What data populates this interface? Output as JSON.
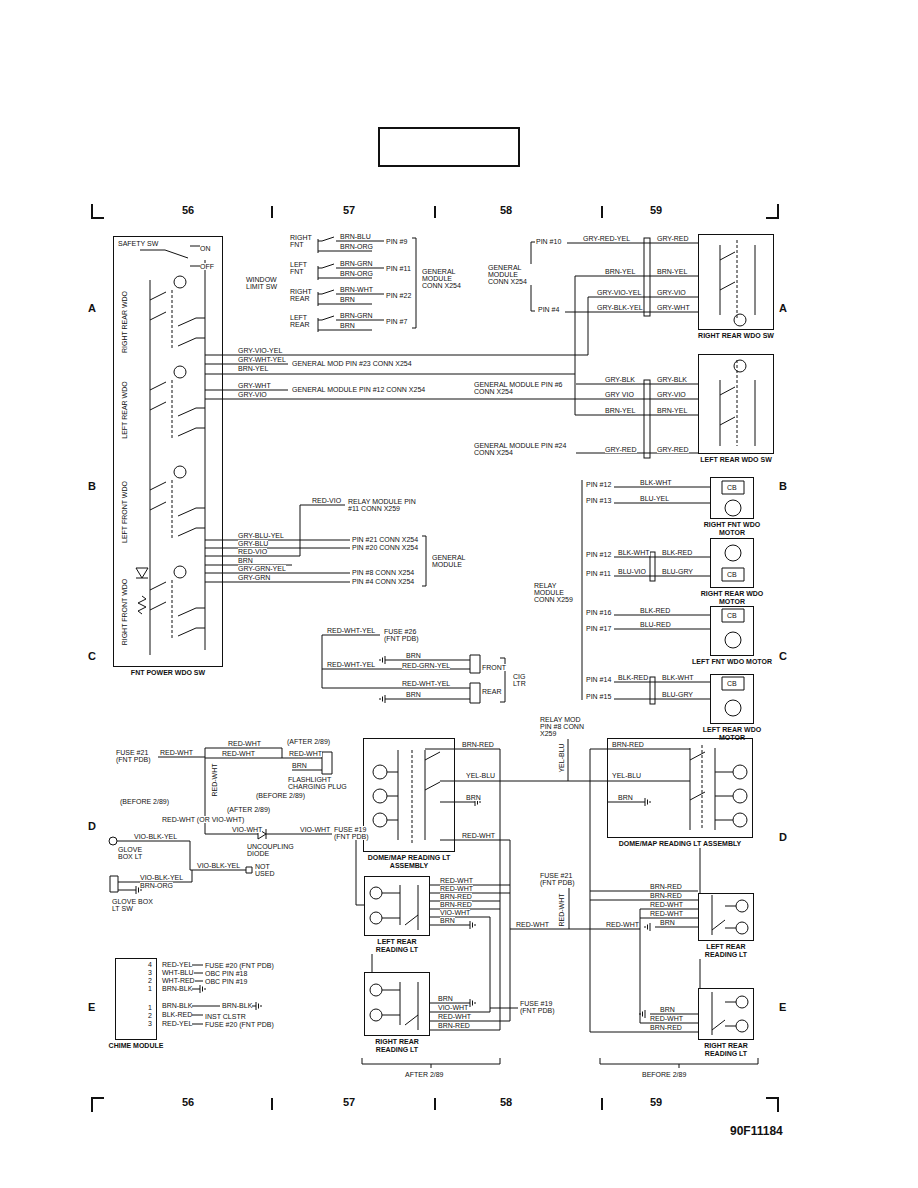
{
  "diagram": {
    "nodes": [
      {
        "text": [
          "FNT POWER WDO SW"
        ]
      },
      {
        "text": [
          "RIGHT REAR WDO SW"
        ]
      },
      {
        "text": [
          "LEFT REAR WDO SW"
        ]
      },
      {
        "text": [
          "RIGHT FNT WDO MOTOR"
        ]
      },
      {
        "text": [
          "RIGHT REAR WDO MOTOR"
        ]
      },
      {
        "text": [
          "LEFT FNT WDO MOTOR"
        ]
      },
      {
        "text": [
          "LEFT REAR WDO MOTOR"
        ]
      },
      {
        "text": [
          "CHIME MODULE"
        ]
      },
      {
        "text": [
          "DOME/MAP READING LT ASSEMBLY"
        ]
      },
      {
        "text": [
          "LEFT REAR READING LT"
        ]
      },
      {
        "text": [
          "RIGHT REAR READING LT"
        ]
      },
      {
        "text": [
          "DOME/MAP READING LT ASSEMBLY"
        ]
      },
      {
        "text": [
          "LEFT REAR READING LT"
        ]
      },
      {
        "text": [
          "RIGHT REAR READING LT"
        ]
      }
    ],
    "edges": [
      {
        "from": 0,
        "to": 1,
        "arrow": "none"
      },
      {
        "from": 0,
        "to": 2,
        "arrow": "none"
      },
      {
        "from": 8,
        "to": 11,
        "arrow": "none"
      },
      {
        "from": 8,
        "to": 9,
        "arrow": "none"
      },
      {
        "from": 9,
        "to": 10,
        "arrow": "none"
      },
      {
        "from": 11,
        "to": 12,
        "arrow": "none"
      },
      {
        "from": 12,
        "to": 13,
        "arrow": "none"
      }
    ],
    "labels": [
      "56",
      "57",
      "58",
      "59",
      "A",
      "B",
      "C",
      "D",
      "E",
      "A",
      "B",
      "C",
      "D",
      "E",
      "56",
      "57",
      "58",
      "59",
      "90F11184",
      "SAFETY SW",
      "ON",
      "OFF",
      "RIGHT REAR WDO",
      "LEFT REAR WDO",
      "LEFT FRONT WDO",
      "RIGHT FRONT WDO",
      "GRY-VIO-YEL",
      "GRY-WHT-YEL",
      "BRN-YEL",
      "GENERAL MOD PIN #23 CONN X254",
      "GRY-WHT",
      "GRY-VIO",
      "GENERAL MODULE PIN #12 CONN X254",
      "GRY-BLU-YEL",
      "GRY-BLU",
      "RED-VIO",
      "BRN",
      "GRY-GRN-YEL",
      "GRY-GRN",
      "PIN #21 CONN X254",
      "PIN #20 CONN X254",
      "PIN #8 CONN X254",
      "PIN #4 CONN X254",
      "GENERAL MODULE",
      "RED-VIO",
      "RELAY MODULE PIN #11 CONN X259",
      "RIGHT FNT",
      "BRN-BLU",
      "BRN-ORG",
      "PIN #9",
      "LEFT FNT",
      "BRN-GRN",
      "BRN-ORG",
      "PIN #11",
      "WINDOW LIMIT SW",
      "RIGHT REAR",
      "BRN-WHT",
      "BRN",
      "PIN #22",
      "LEFT REAR",
      "BRN-GRN",
      "BRN",
      "PIN #7",
      "GENERAL MODULE CONN X254",
      "PIN #10",
      "GRY-RED-YEL",
      "GRY-RED",
      "GENERAL MODULE CONN X254",
      "BRN-YEL",
      "BRN-YEL",
      "GRY-VIO-YEL",
      "GRY-VIO",
      "PIN #4",
      "GRY-BLK-YEL",
      "GRY-WHT",
      "GENERAL MODULE PIN #6 CONN X254",
      "GRY-BLK",
      "GRY-BLK",
      "GRY VIO",
      "GRY-VIO",
      "BRN-YEL",
      "BRN-YEL",
      "GENERAL MODULE PIN #24 CONN X254",
      "GRY-RED",
      "GRY-RED",
      "PIN #12",
      "BLK-WHT",
      "PIN #13",
      "BLU-YEL",
      "CB",
      "PIN #12",
      "BLK-WHT",
      "BLK-RED",
      "PIN #11",
      "BLU-VIO",
      "BLU-GRY",
      "CB",
      "RELAY MODULE CONN X259",
      "PIN #16",
      "BLK-RED",
      "PIN #17",
      "BLU-RED",
      "CB",
      "PIN #14",
      "BLK-RED",
      "BLK-WHT",
      "PIN #15",
      "BLU-GRY",
      "CB",
      "RED-WHT-YEL",
      "FUSE #26 (FNT PDB)",
      "BRN",
      "RED-WHT-YEL",
      "RED-GRN-YEL",
      "FRONT",
      "RED-WHT-YEL",
      "BRN",
      "REAR",
      "CIG LTR",
      "RED-WHT",
      "(AFTER 2/89)",
      "FUSE #21 (FNT PDB)",
      "RED-WHT",
      "RED-WHT",
      "RED-WHT",
      "BRN",
      "FLASHLIGHT CHARGING PLUG",
      "(BEFORE 2/89)",
      "RED-WHT",
      "(BEFORE 2/89)",
      "(AFTER 2/89)",
      "RED-WHT (OR VIO-WHT)",
      "VIO-WHT",
      "VIO-WHT",
      "FUSE #19 (FNT PDB)",
      "UNCOUPLING DIODE",
      "VIO-BLK-YEL",
      "GLOVE BOX LT",
      "VIO-BLK-YEL",
      "NOT USED",
      "VIO-BLK-YEL",
      "BRN-ORG",
      "GLOVE BOX LT SW",
      "4",
      "RED-YEL",
      "FUSE #20 (FNT PDB)",
      "3",
      "WHT-BLU",
      "OBC PIN #18",
      "2",
      "WHT-RED",
      "OBC PIN #19",
      "1",
      "BRN-BLK",
      "1",
      "BRN-BLK",
      "BRN-BLK",
      "2",
      "BLK-RED",
      "INST CLSTR",
      "3",
      "RED-YEL",
      "FUSE #20 (FNT PDB)",
      "RELAY MOD PIN #8 CONN X259",
      "YEL-BLU",
      "BRN-RED",
      "YEL-BLU",
      "BRN",
      "RED-WHT",
      "FUSE #21 (FNT PDB)",
      "RED-WHT",
      "RED-WHT",
      "RED-WHT",
      "RED-WHT",
      "RED-WHT",
      "BRN-RED",
      "BRN-RED",
      "VIO-WHT",
      "BRN",
      "BRN",
      "VIO-WHT",
      "RED-WHT",
      "BRN-RED",
      "FUSE #19 (FNT PDB)",
      "AFTER 2/89",
      "BRN-RED",
      "YEL-BLU",
      "BRN",
      "BRN-RED",
      "BRN-RED",
      "RED-WHT",
      "RED-WHT",
      "BRN",
      "BRN",
      "RED-WHT",
      "BRN-RED",
      "BEFORE 2/89"
    ]
  }
}
